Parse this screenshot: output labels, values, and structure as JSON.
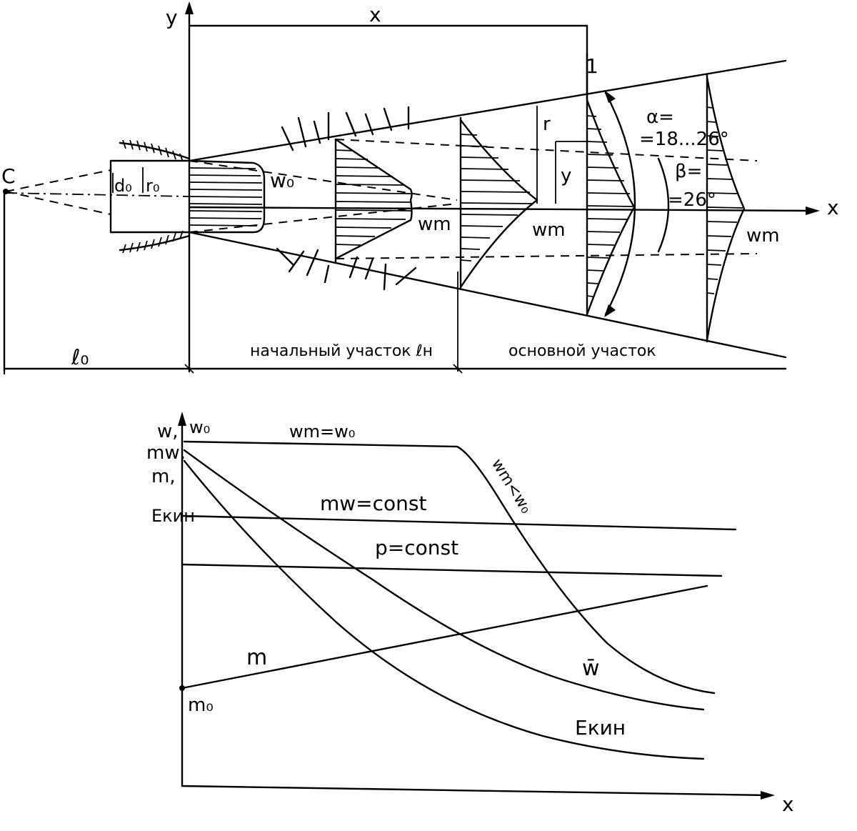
{
  "top": {
    "axis_y": "y",
    "axis_x": "x",
    "dim_x": "x",
    "pole": "C",
    "d0": "d₀",
    "r0": "r₀",
    "w0": "w₀",
    "wm1": "wm",
    "wm2": "wm",
    "wm3": "wm",
    "r": "r",
    "y": "y",
    "section_mark": "1",
    "alpha_line1": "α=",
    "alpha_line2": "=18...26°",
    "beta_line1": "β=",
    "beta_line2": "=26°",
    "l0": "ℓ₀",
    "initial_section": "начальный участок ℓн",
    "main_section": "основной участок"
  },
  "bottom": {
    "yaxis_w": "w,",
    "yaxis_mw": "mw,",
    "yaxis_m": "m,",
    "yaxis_E": "Eкин",
    "w0_top": "w₀",
    "wm_eq_w0": "wm=w₀",
    "wm_lt_w0": "wm<w₀",
    "mw_const": "mw=const",
    "p_const": "p=const",
    "m": "m",
    "w_bar": "w̄",
    "m0": "m₀",
    "E_kin": "Eкин",
    "axis_x": "x"
  }
}
